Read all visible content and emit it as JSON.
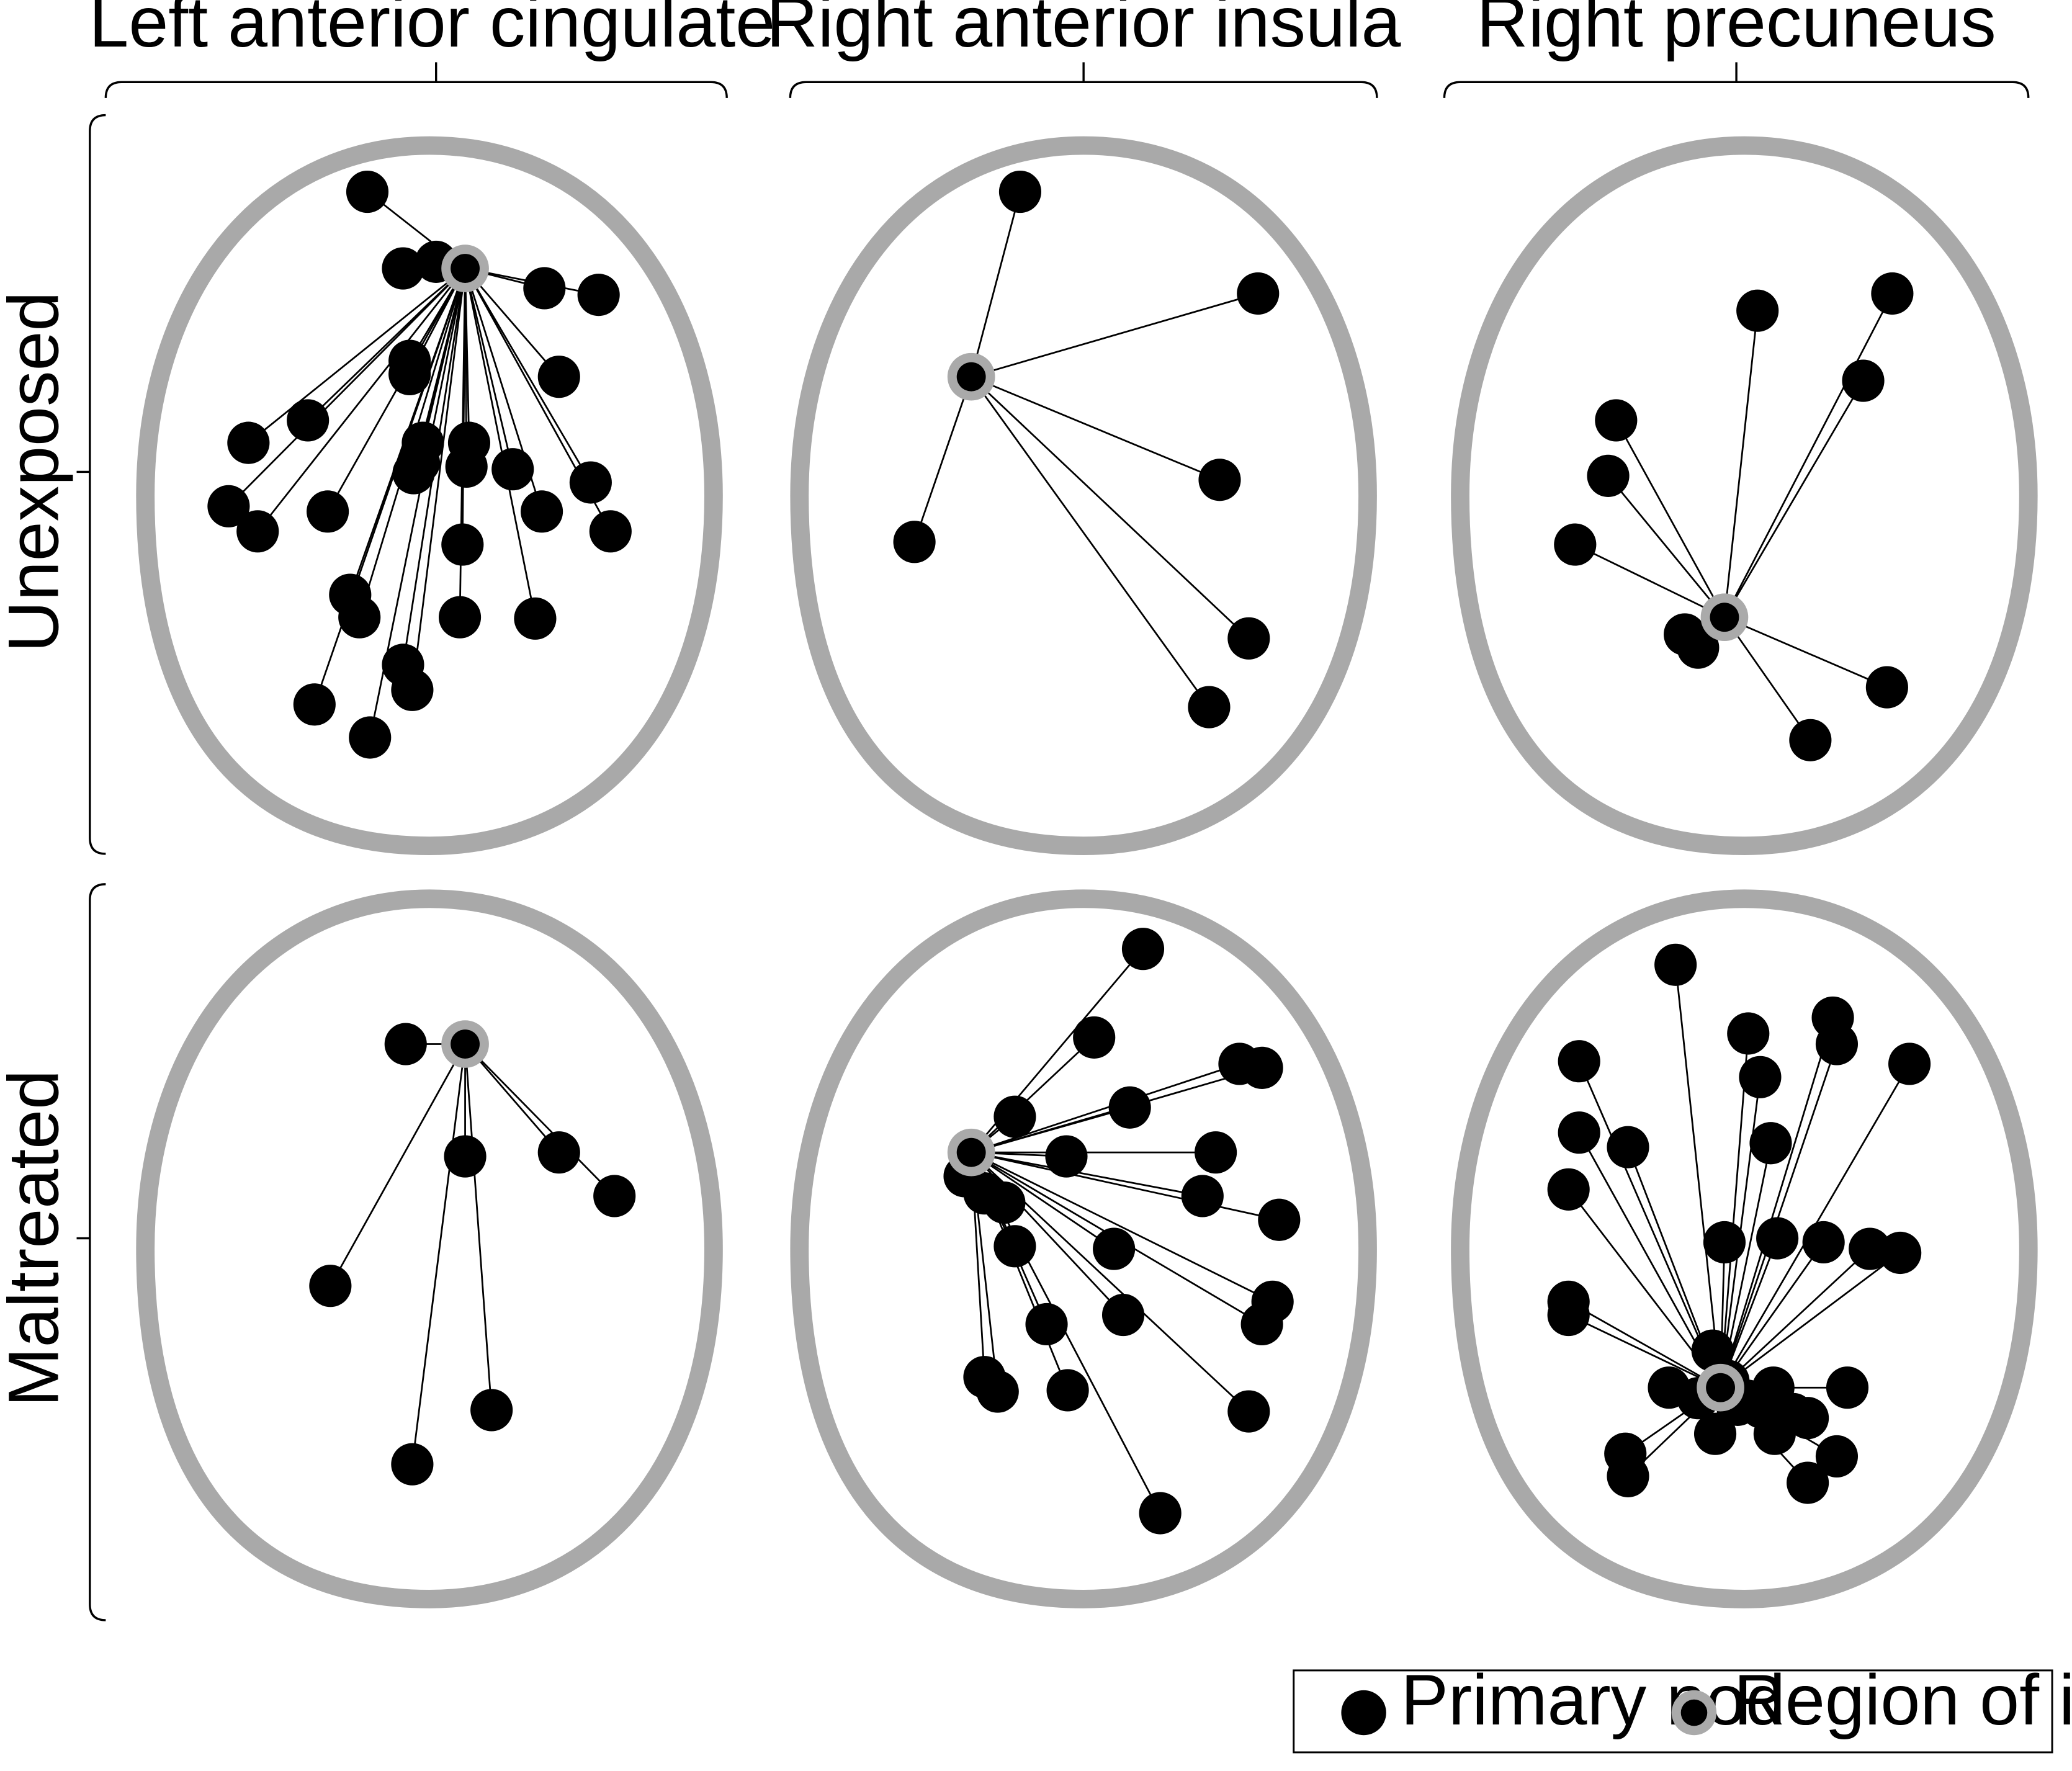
{
  "columns": [
    "Left anterior cingulate",
    "Right anterior insula",
    "Right precuneus"
  ],
  "rows": [
    "Unexposed",
    "Maltreated"
  ],
  "legend": {
    "primary_node": "Primary node",
    "region_of_interest": "Region of interest"
  },
  "colors": {
    "node": "#000000",
    "roi_ring": "#aaaaaa",
    "skull": "#a9a9a9",
    "edge": "#000000"
  },
  "node_counts": {
    "unexposed": [
      31,
      6,
      10
    ],
    "maltreated": [
      7,
      26,
      35
    ]
  }
}
